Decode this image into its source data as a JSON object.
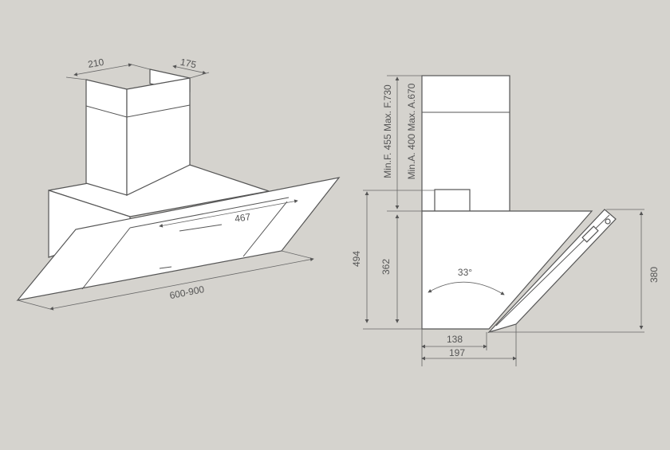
{
  "left_view": {
    "chimney_width": "210",
    "chimney_depth": "175",
    "control_width": "467",
    "hood_width": "600-900"
  },
  "side_view": {
    "chimney_height_filter": "Min.F. 455 Max. F.730",
    "chimney_height_air": "Min.A. 400  Max. A.670",
    "total_body_height": "494",
    "body_height": "362",
    "glass_height": "380",
    "bottom_depth": "138",
    "total_depth": "197",
    "tilt_angle": "33°"
  }
}
